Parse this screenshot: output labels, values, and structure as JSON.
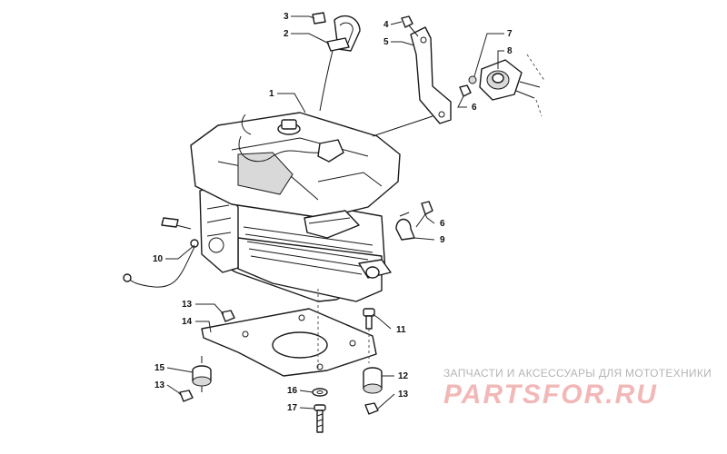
{
  "diagram": {
    "callouts": {
      "c1": "1",
      "c2": "2",
      "c3": "3",
      "c4": "4",
      "c5": "5",
      "c6a": "6",
      "c6b": "6",
      "c7": "7",
      "c8": "8",
      "c9": "9",
      "c10": "10",
      "c11": "11",
      "c12": "12",
      "c13a": "13",
      "c13b": "13",
      "c13c": "13",
      "c14": "14",
      "c15": "15",
      "c16": "16",
      "c17": "17"
    }
  },
  "watermark": {
    "tagline": "ЗАПЧАСТИ И АКСЕССУАРЫ ДЛЯ МОТОТЕХНИКИ",
    "logo": "PARTSFOR.RU",
    "logo_color": "#f2b8b8"
  }
}
